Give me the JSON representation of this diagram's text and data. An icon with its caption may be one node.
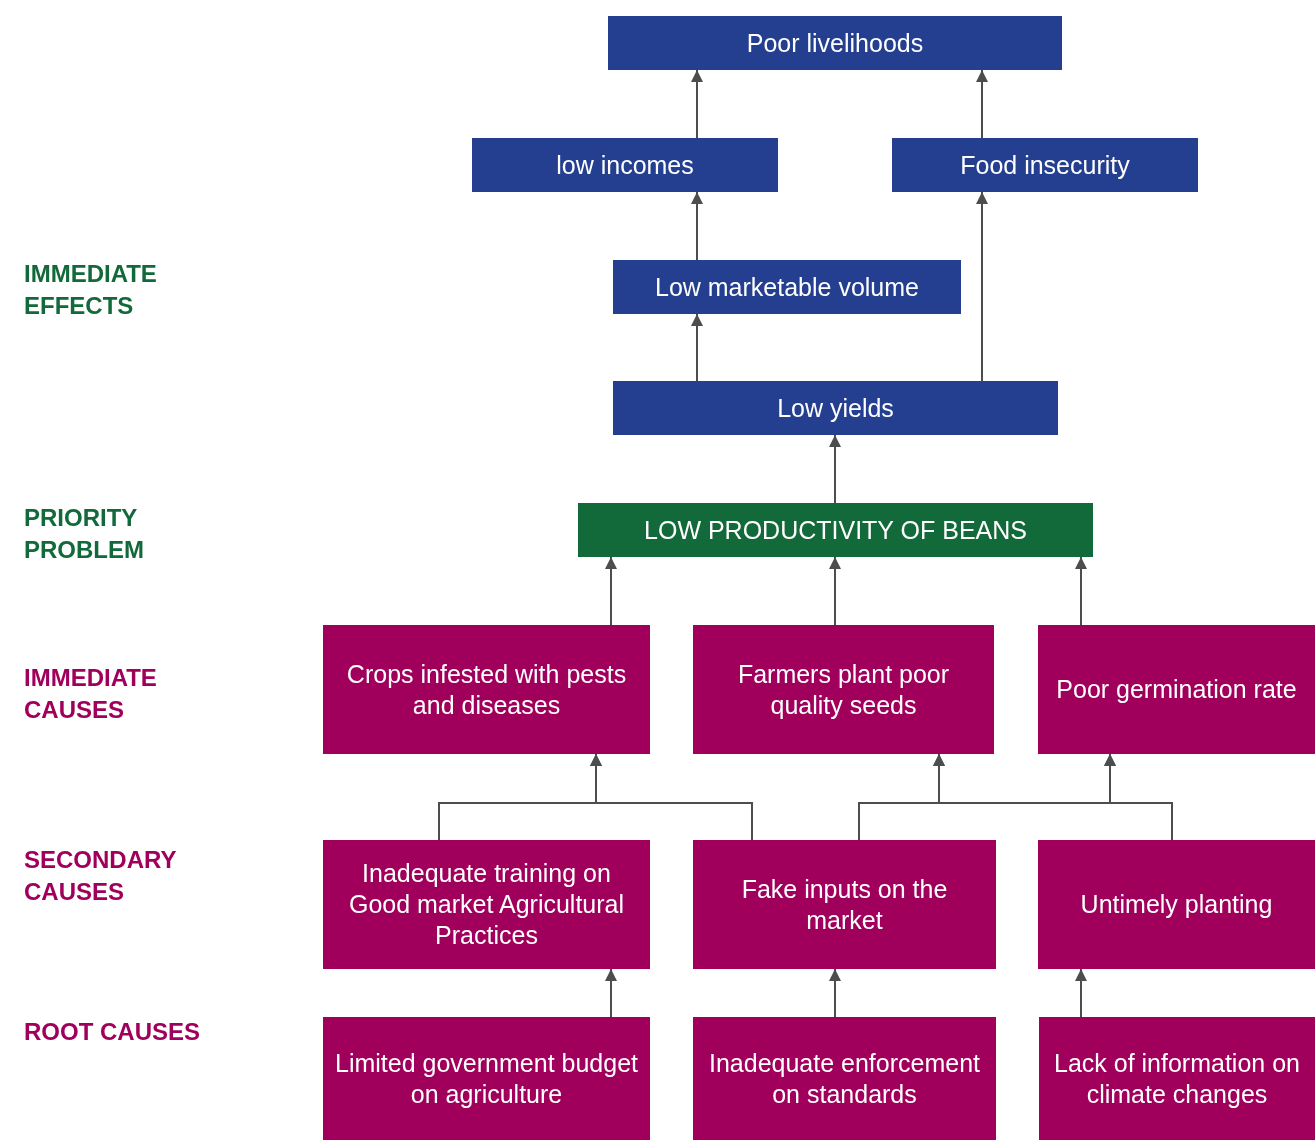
{
  "diagram": {
    "nodes": [
      {
        "text": [
          "Poor livelihoods"
        ]
      },
      {
        "text": [
          "low incomes"
        ]
      },
      {
        "text": [
          "Food insecurity"
        ]
      },
      {
        "text": [
          "Low marketable volume"
        ]
      },
      {
        "text": [
          "Low yields"
        ]
      },
      {
        "text": [
          "LOW PRODUCTIVITY OF BEANS"
        ]
      },
      {
        "text": [
          "Crops infested with pests and diseases"
        ]
      },
      {
        "text": [
          "Farmers plant poor quality seeds"
        ]
      },
      {
        "text": [
          "Poor germination rate"
        ]
      },
      {
        "text": [
          "Inadequate training on Good market Agricultural Practices"
        ]
      },
      {
        "text": [
          "Fake inputs on the market"
        ]
      },
      {
        "text": [
          "Untimely planting"
        ]
      },
      {
        "text": [
          "Limited government budget on agriculture"
        ]
      },
      {
        "text": [
          "Inadequate enforcement on standards"
        ]
      },
      {
        "text": [
          "Lack of information on climate changes"
        ]
      }
    ],
    "edges": [
      {
        "from": 1,
        "to": 0,
        "arrow": "to"
      },
      {
        "from": 2,
        "to": 0,
        "arrow": "to"
      },
      {
        "from": 3,
        "to": 1,
        "arrow": "to"
      },
      {
        "from": 4,
        "to": 3,
        "arrow": "to"
      },
      {
        "from": 4,
        "to": 2,
        "arrow": "to"
      },
      {
        "from": 5,
        "to": 4,
        "arrow": "to"
      },
      {
        "from": 6,
        "to": 5,
        "arrow": "to"
      },
      {
        "from": 7,
        "to": 5,
        "arrow": "to"
      },
      {
        "from": 8,
        "to": 5,
        "arrow": "to"
      },
      {
        "from": 9,
        "to": 6,
        "arrow": "to"
      },
      {
        "from": 10,
        "to": 6,
        "arrow": "to"
      },
      {
        "from": 10,
        "to": 7,
        "arrow": "to"
      },
      {
        "from": 10,
        "to": 8,
        "arrow": "to"
      },
      {
        "from": 11,
        "to": 7,
        "arrow": "to"
      },
      {
        "from": 11,
        "to": 8,
        "arrow": "to"
      },
      {
        "from": 12,
        "to": 9,
        "arrow": "to"
      },
      {
        "from": 13,
        "to": 10,
        "arrow": "to"
      },
      {
        "from": 14,
        "to": 11,
        "arrow": "to"
      }
    ],
    "labels": [
      "IMMEDIATE EFFECTS",
      "PRIORITY PROBLEM",
      "IMMEDIATE CAUSES",
      "SECONDARY CAUSES",
      "ROOT CAUSES"
    ]
  }
}
